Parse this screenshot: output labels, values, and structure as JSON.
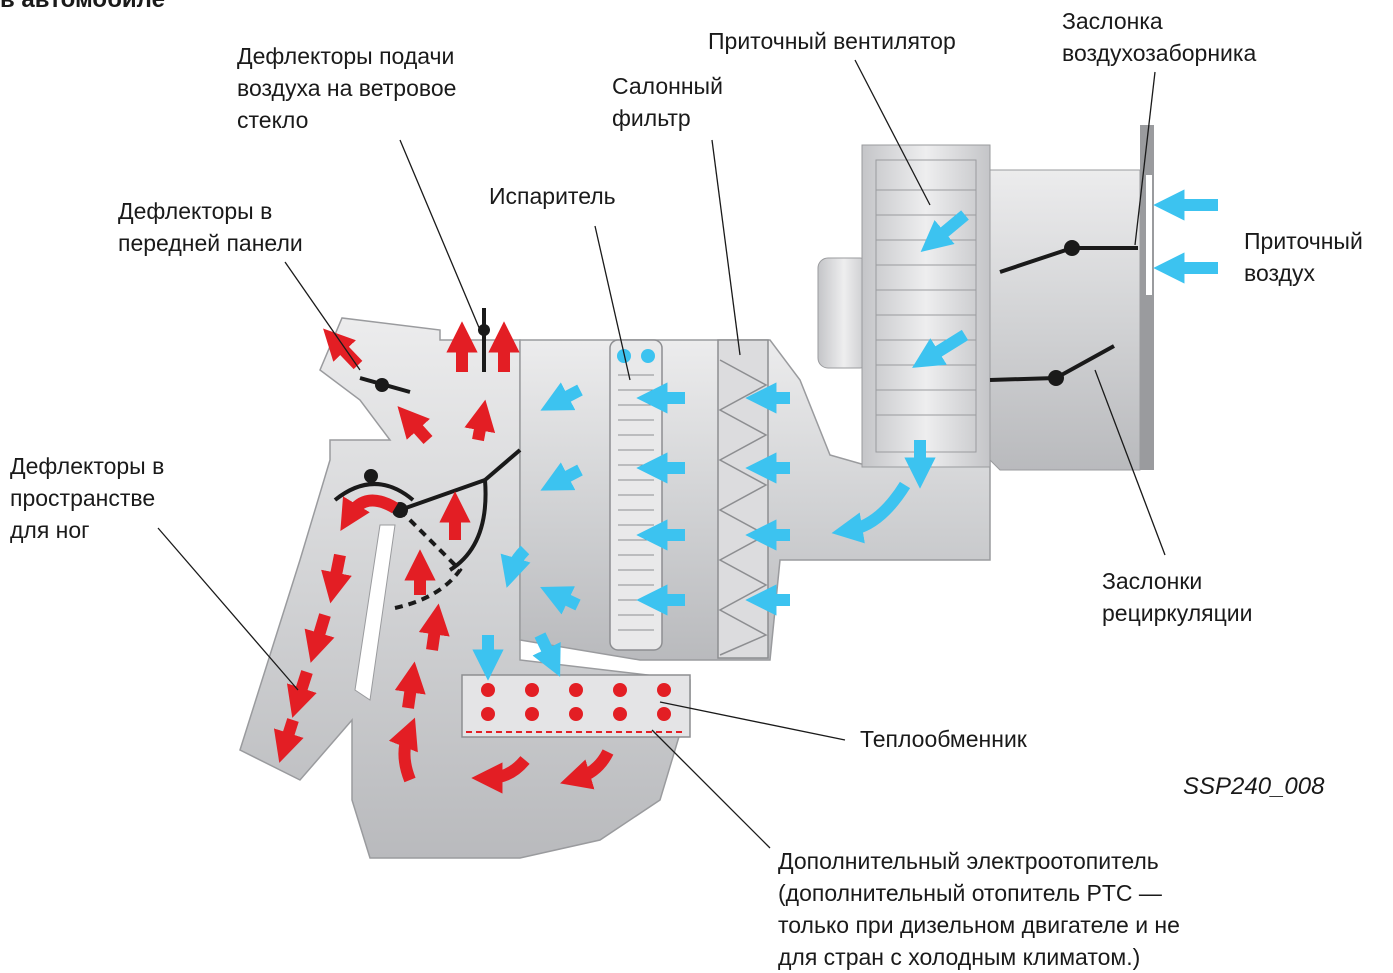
{
  "title": "в автомобиле",
  "labels": {
    "windshield_vents": "Дефлекторы подачи\nвоздуха на ветровое\nстекло",
    "fresh_air_fan": "Приточный вентилятор",
    "intake_flap": "Заслонка\nвоздухозаборника",
    "cabin_filter": "Салонный\nфильтр",
    "dash_vents": "Дефлекторы в\nпередней панели",
    "evaporator": "Испаритель",
    "fresh_air": "Приточный\nвоздух",
    "footwell_vents": "Дефлекторы в\nпространстве\nдля ног",
    "recirc_flaps": "Заслонки\nрециркуляции",
    "heat_exchanger": "Теплообменник",
    "ptc_heater": "Дополнительный электроотопитель\n(дополнительный отопитель PTC —\nтолько при дизельном двигателе и не\nдля стран с холодным климатом.)"
  },
  "figure_code": "SSP240_008",
  "colors": {
    "cold_air": "#3cc3f0",
    "warm_air": "#e31e24",
    "housing": "#d7d8da",
    "housing_edge": "#9a9b9e",
    "leader": "#1a1a1a"
  }
}
